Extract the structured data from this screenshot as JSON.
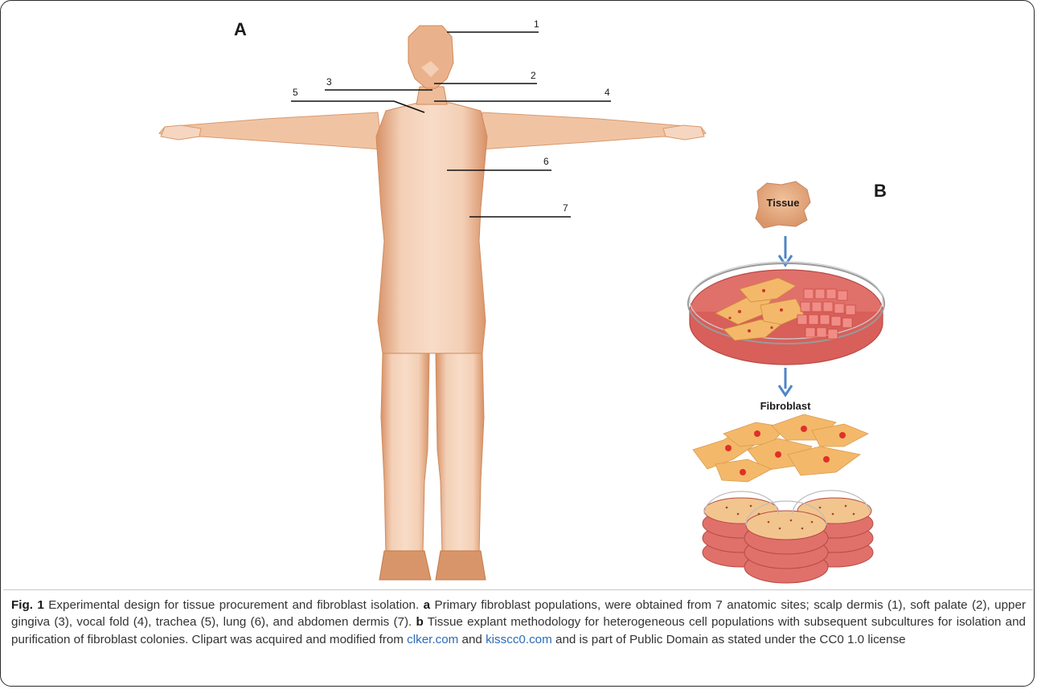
{
  "panels": {
    "a_label": "A",
    "b_label": "B"
  },
  "callouts": [
    "1",
    "2",
    "3",
    "4",
    "5",
    "6",
    "7"
  ],
  "panel_b": {
    "tissue_label": "Tissue",
    "fibroblast_label": "Fibroblast"
  },
  "caption": {
    "fig_label": "Fig. 1",
    "intro": " Experimental design for tissue procurement and fibroblast isolation. ",
    "a_marker": "a",
    "a_text": " Primary fibroblast populations, were obtained from 7 anatomic sites; scalp dermis (1), soft palate (2), upper gingiva (3), vocal fold (4), trachea (5), lung (6), and abdomen dermis (7). ",
    "b_marker": "b",
    "b_text": " Tissue explant methodology for heterogeneous cell populations with subsequent subcultures for isolation and purification of fibroblast colonies. Clipart was acquired and modified from ",
    "link1": "clker.com",
    "and_text": " and ",
    "link2": "kisscc0.com",
    "end_text": " and is part of Public Domain as stated under the CC0 1.0 license"
  },
  "colors": {
    "skin_light": "#f6d6c0",
    "skin_mid": "#eab28c",
    "skin_dark": "#cf8a57",
    "dish_red": "#e0706a",
    "cell_orange": "#f4b86a",
    "arrow_blue": "#4f86c6",
    "link_blue": "#2b6cb8"
  }
}
